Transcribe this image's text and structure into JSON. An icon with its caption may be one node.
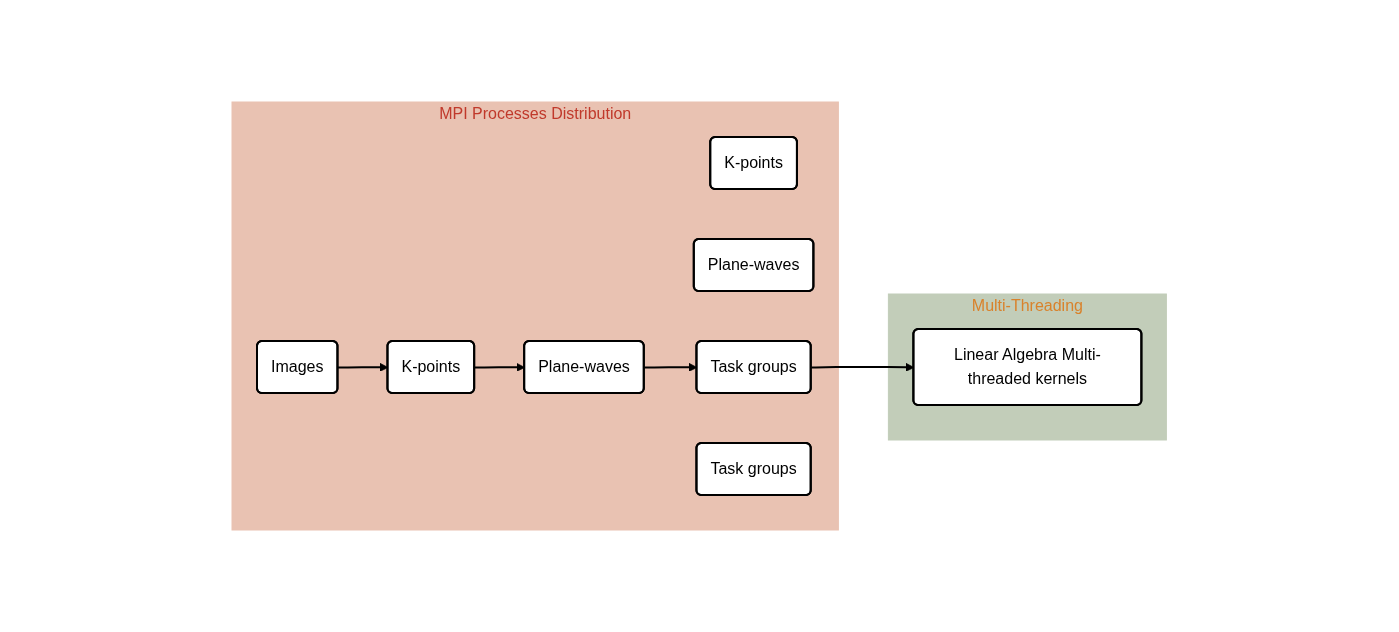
{
  "diagram": {
    "nodes": [
      {
        "text": [
          "MPI Processes Distribution"
        ]
      },
      {
        "text": [
          "Images"
        ],
        "in": 0
      },
      {
        "text": [
          "K-points"
        ],
        "in": 0
      },
      {
        "text": [
          "K-points"
        ],
        "in": 0
      },
      {
        "text": [
          "Plane-waves"
        ],
        "in": 0
      },
      {
        "text": [
          "Plane-waves"
        ],
        "in": 0
      },
      {
        "text": [
          "Task groups"
        ],
        "in": 0
      },
      {
        "text": [
          "Task groups"
        ],
        "in": 0
      },
      {
        "text": [
          "Multi-Threading"
        ]
      },
      {
        "text": [
          "Linear Algebra Multi-threaded kernels"
        ],
        "in": 8
      }
    ],
    "edges": [
      {
        "from": 1,
        "to": 2,
        "arrow": "to"
      },
      {
        "from": 2,
        "to": 4,
        "arrow": "to"
      },
      {
        "from": 4,
        "to": 6,
        "arrow": "to"
      },
      {
        "from": 6,
        "to": 9,
        "arrow": "to"
      }
    ]
  }
}
